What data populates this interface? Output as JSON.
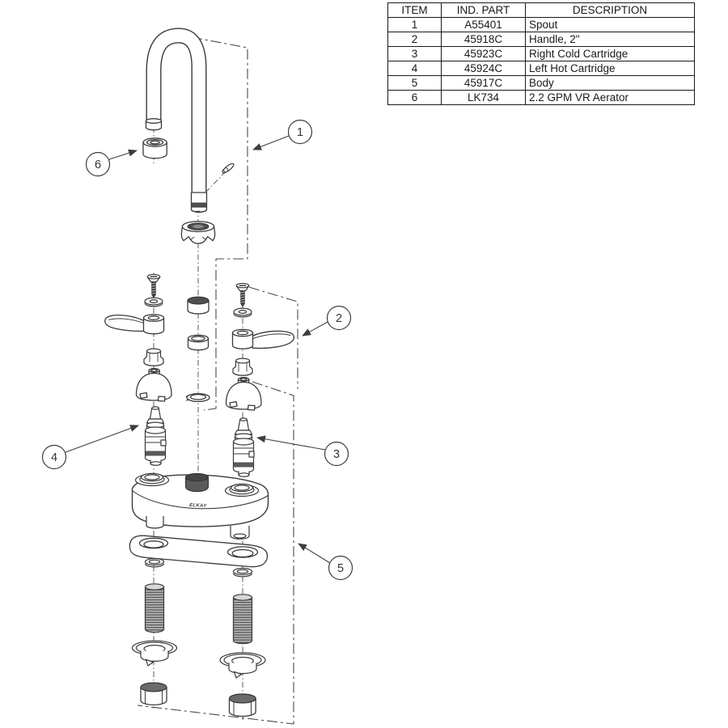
{
  "parts_table": {
    "headers": [
      "ITEM",
      "IND. PART",
      "DESCRIPTION"
    ],
    "rows": [
      {
        "item": "1",
        "part": "A55401",
        "description": "Spout"
      },
      {
        "item": "2",
        "part": "45918C",
        "description": "Handle, 2\""
      },
      {
        "item": "3",
        "part": "45923C",
        "description": "Right Cold Cartridge"
      },
      {
        "item": "4",
        "part": "45924C",
        "description": "Left Hot Cartridge"
      },
      {
        "item": "5",
        "part": "45917C",
        "description": "Body"
      },
      {
        "item": "6",
        "part": "LK734",
        "description": "2.2 GPM VR Aerator"
      }
    ]
  },
  "diagram": {
    "body_logo": "ELKAY",
    "callouts": [
      {
        "label": "1"
      },
      {
        "label": "2"
      },
      {
        "label": "3"
      },
      {
        "label": "4"
      },
      {
        "label": "5"
      },
      {
        "label": "6"
      }
    ],
    "colors": {
      "line": "#3a3a3a",
      "dark_fill": "#4f4f4f",
      "leader": "#4a4a4a",
      "thread_gray": "#b9b9b9"
    }
  }
}
